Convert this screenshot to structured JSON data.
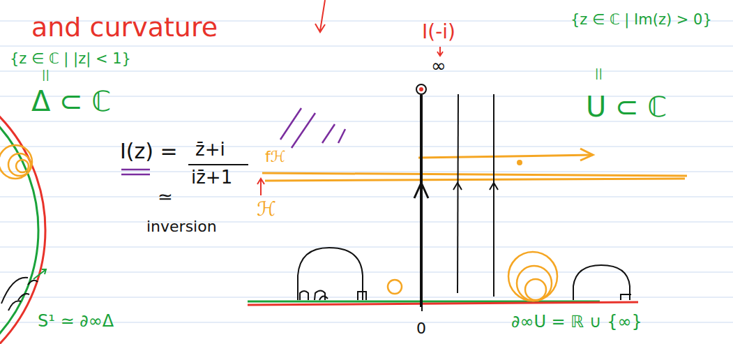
{
  "diagram": {
    "labels": [
      "and curvature",
      "{z ∈ ℂ | |z| < 1}",
      "||",
      "Δ ⊂ ℂ",
      "I(z) =",
      "z̄+i",
      "iz̄+1",
      "≃",
      "inversion",
      "fℋ",
      "ℋ",
      "I(-i)",
      "∞",
      "{z ∈ ℂ | Im(z) > 0}",
      "||",
      "U ⊂ ℂ",
      "S¹ ≃ ∂∞Δ",
      "0",
      "∂∞U = ℝ ∪ {∞}"
    ]
  }
}
